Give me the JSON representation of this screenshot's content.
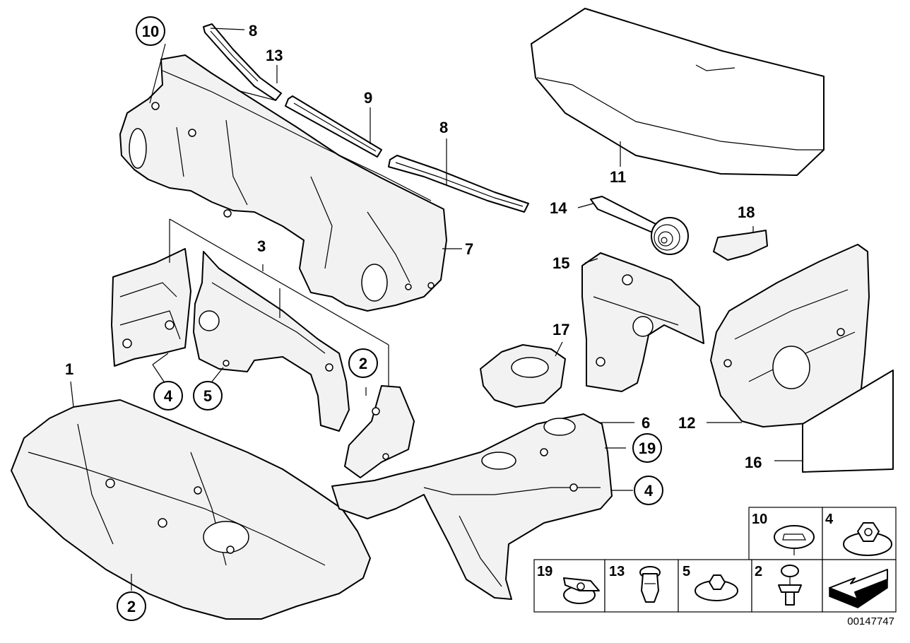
{
  "callouts": {
    "c1": "1",
    "c2a": "2",
    "c2b": "2",
    "c3": "3",
    "c4a": "4",
    "c4b": "4",
    "c5": "5",
    "c6": "6",
    "c7": "7",
    "c8a": "8",
    "c8b": "8",
    "c9": "9",
    "c10": "10",
    "c11": "11",
    "c12": "12",
    "c13": "13",
    "c14": "14",
    "c15": "15",
    "c16": "16",
    "c17": "17",
    "c18": "18",
    "c19": "19"
  },
  "fastener_table": {
    "top_row": [
      "10",
      "4"
    ],
    "bottom_row": [
      "19",
      "13",
      "5",
      "2"
    ]
  },
  "figure_id": "00147747"
}
